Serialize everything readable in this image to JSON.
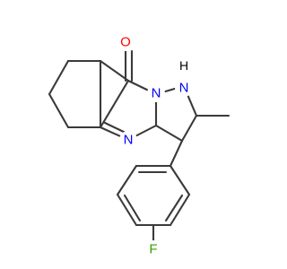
{
  "molecule": {
    "atoms": {
      "O": "O",
      "N_bridge": "N",
      "N_ring": "N",
      "NH": "N",
      "H": "H",
      "F": "F"
    },
    "colors": {
      "bond": "#3a3a3a",
      "O": "#ff0000",
      "N": "#0000ff",
      "F": "#32a000",
      "H": "#000000"
    }
  }
}
